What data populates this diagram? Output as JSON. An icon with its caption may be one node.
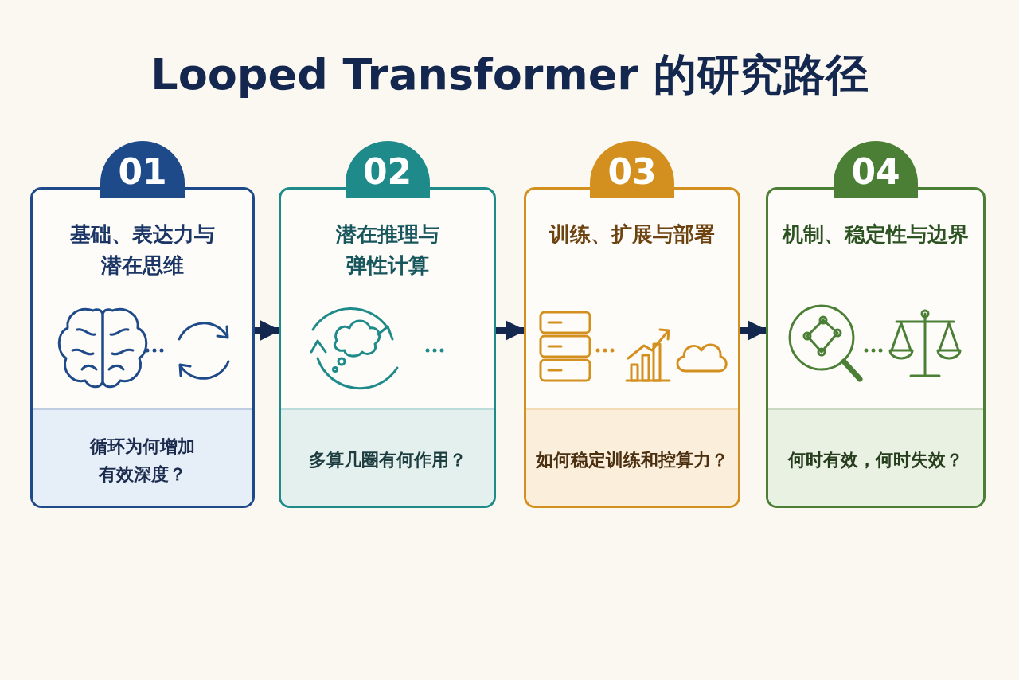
{
  "diagram": {
    "title": "Looped Transformer 的研究路径",
    "nodes": [
      {
        "text": [
          "01",
          "基础、表达力与潜在思维",
          "循环为何增加有效深度？"
        ]
      },
      {
        "text": [
          "02",
          "潜在推理与弹性计算",
          "多算几圈有何作用？"
        ]
      },
      {
        "text": [
          "03",
          "训练、扩展与部署",
          "如何稳定训练和控算力？"
        ]
      },
      {
        "text": [
          "04",
          "机制、稳定性与边界",
          "何时有效，何时失效？"
        ]
      }
    ],
    "edges": [
      {
        "from": 0,
        "to": 1,
        "arrow": "to"
      },
      {
        "from": 1,
        "to": 2,
        "arrow": "to"
      },
      {
        "from": 2,
        "to": 3,
        "arrow": "to"
      }
    ]
  }
}
